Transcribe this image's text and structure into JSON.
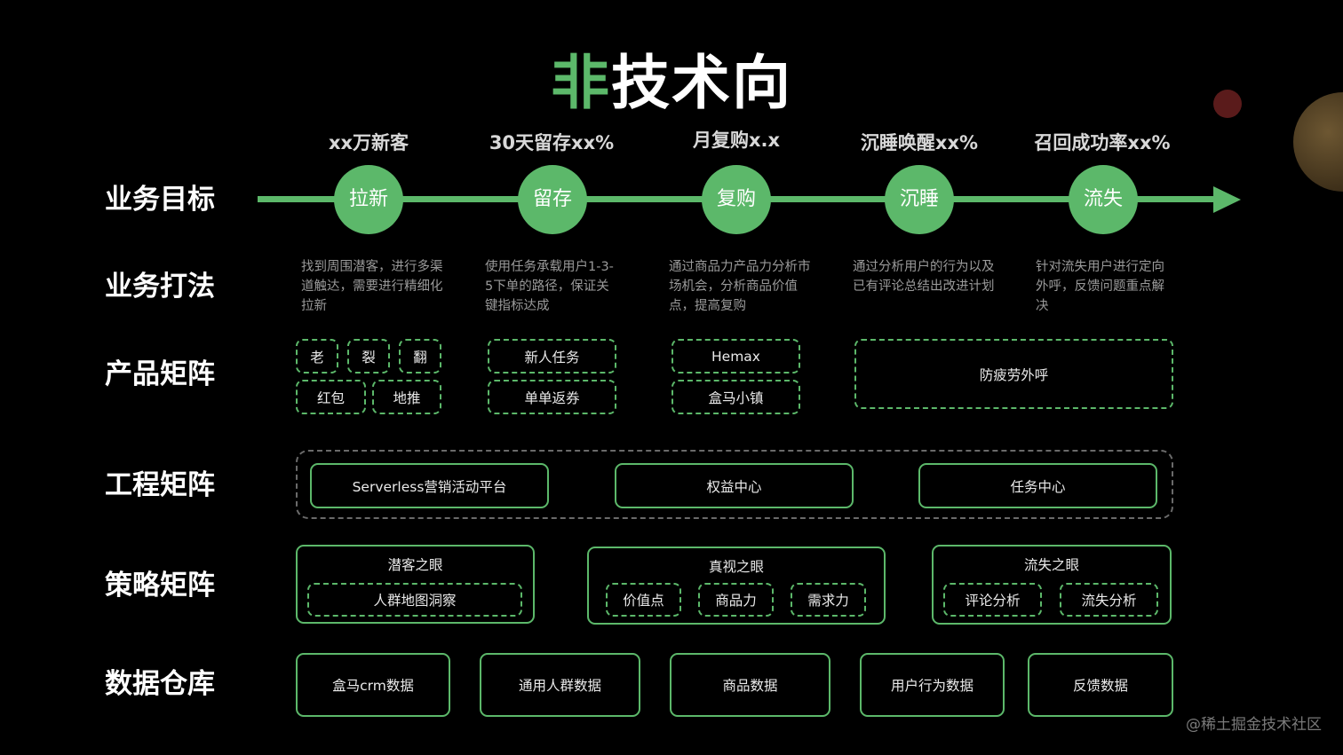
{
  "title": {
    "highlight": "非",
    "rest": "技术向"
  },
  "row_labels": {
    "goals": "业务目标",
    "plays": "业务打法",
    "product": "产品矩阵",
    "engineering": "工程矩阵",
    "strategy": "策略矩阵",
    "data": "数据仓库"
  },
  "stages": [
    {
      "goal": "xx万新客",
      "name": "拉新",
      "play": "找到周围潜客，进行多渠道触达，需要进行精细化拉新"
    },
    {
      "goal": "30天留存xx%",
      "name": "留存",
      "play": "使用任务承载用户1-3-5下单的路径，保证关键指标达成"
    },
    {
      "goal": "月复购x.x",
      "name": "复购",
      "play": "通过商品力产品力分析市场机会，分析商品价值点，提高复购"
    },
    {
      "goal": "沉睡唤醒xx%",
      "name": "沉睡",
      "play": "通过分析用户的行为以及已有评论总结出改进计划"
    },
    {
      "goal": "召回成功率xx%",
      "name": "流失",
      "play": "针对流失用户进行定向外呼，反馈问题重点解决"
    }
  ],
  "product": {
    "col1": [
      "老",
      "裂",
      "翻",
      "红包",
      "地推"
    ],
    "col2": [
      "新人任务",
      "单单返券"
    ],
    "col3": [
      "Hemax",
      "盒马小镇"
    ],
    "col4": [
      "防疲劳外呼"
    ]
  },
  "engineering": [
    "Serverless营销活动平台",
    "权益中心",
    "任务中心"
  ],
  "strategy": [
    {
      "title": "潜客之眼",
      "items": [
        "人群地图洞察"
      ]
    },
    {
      "title": "真视之眼",
      "items": [
        "价值点",
        "商品力",
        "需求力"
      ]
    },
    {
      "title": "流失之眼",
      "items": [
        "评论分析",
        "流失分析"
      ]
    }
  ],
  "data_warehouse": [
    "盒马crm数据",
    "通用人群数据",
    "商品数据",
    "用户行为数据",
    "反馈数据"
  ],
  "watermark": "@稀土掘金技术社区",
  "colors": {
    "accent": "#5cb86a",
    "background": "#000000"
  }
}
